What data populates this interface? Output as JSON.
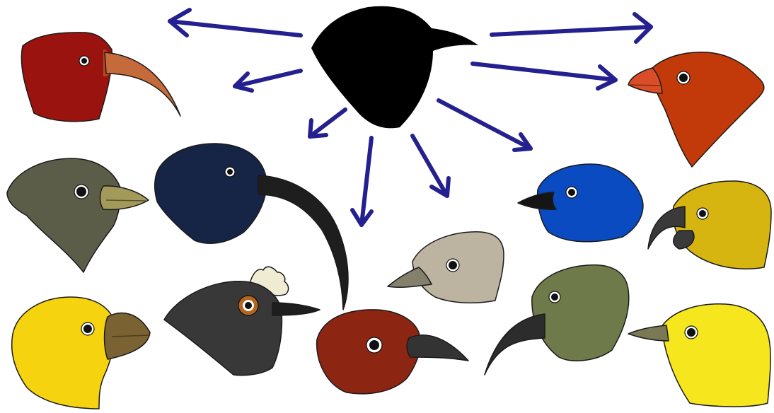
{
  "diagram": {
    "type": "adaptive-radiation",
    "ancestor": {
      "name": "ancestor-head-silhouette",
      "color": "#000000"
    },
    "arrow_color": "#24208f",
    "descendants": [
      {
        "name": "sickle-billed-red-head",
        "head_color": "#9b130e",
        "beak_color": "#c56a3a"
      },
      {
        "name": "olive-grey-finch-head",
        "head_color": "#5b5d48",
        "beak_color": "#a39a5a"
      },
      {
        "name": "navy-long-curved-bill-head",
        "head_color": "#162445",
        "beak_color": "#1e1e1e"
      },
      {
        "name": "yellow-thick-billed-head",
        "head_color": "#f5d40f",
        "beak_color": "#7a6233"
      },
      {
        "name": "dark-grey-crested-head",
        "head_color": "#383838",
        "crest_color": "#f0ecd4",
        "eye_color": "#b5651d"
      },
      {
        "name": "maroon-head",
        "head_color": "#8c2613",
        "beak_color": "#333333"
      },
      {
        "name": "pale-grey-head",
        "head_color": "#bcb4a1",
        "beak_color": "#85806c"
      },
      {
        "name": "blue-head",
        "head_color": "#0a4bc2",
        "beak_color": "#151515"
      },
      {
        "name": "orange-red-head",
        "head_color": "#c23a0a",
        "beak_color": "#d94d28"
      },
      {
        "name": "golden-hook-billed-head",
        "head_color": "#d7b511",
        "beak_color": "#3a3a3a"
      },
      {
        "name": "olive-green-decurved-bill-head",
        "head_color": "#6e7a4a",
        "beak_color": "#2c2c2c"
      },
      {
        "name": "bright-yellow-head",
        "head_color": "#f5e61e",
        "beak_color": "#7a7855"
      }
    ]
  }
}
